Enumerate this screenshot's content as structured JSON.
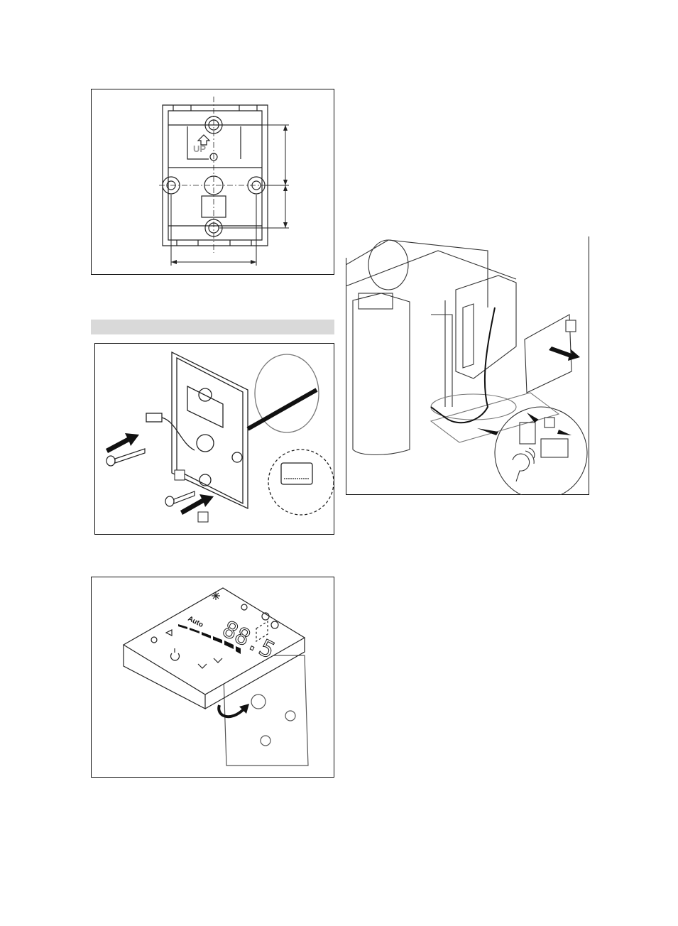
{
  "figures": {
    "mounting_template": {
      "arrow_label": "UP"
    },
    "wiring": {},
    "controller": {
      "display_digits": "88.5",
      "mode_text": "Auto"
    },
    "unit_connection": {}
  },
  "section_bar": {
    "text": ""
  }
}
